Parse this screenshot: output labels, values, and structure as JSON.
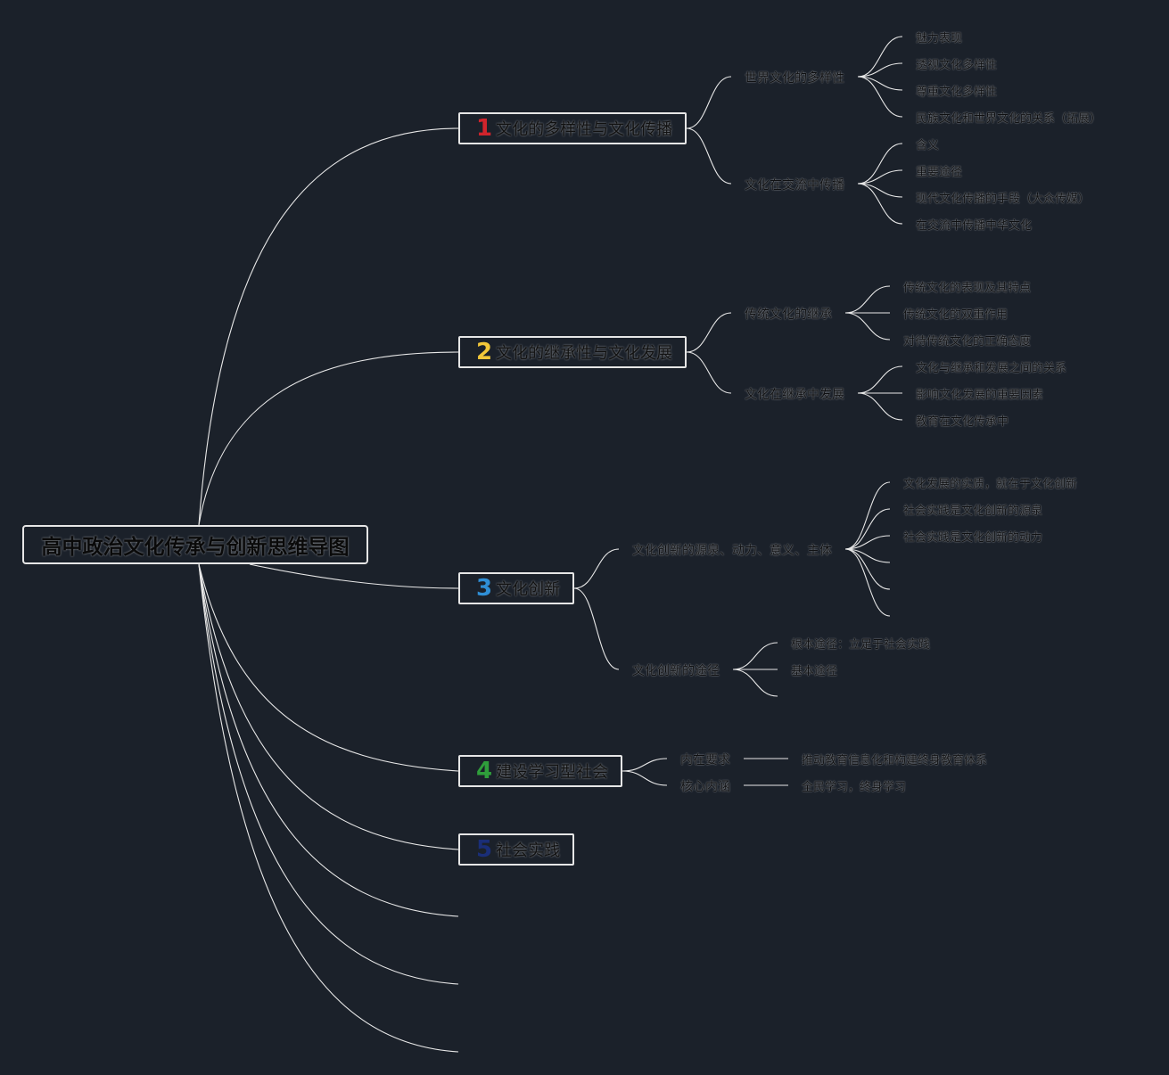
{
  "root": "高中政治文化传承与创新思维导图",
  "colors": {
    "background": "#1b212a",
    "line": "#e8e8e8",
    "num1": "#d0242c",
    "num2": "#f2c739",
    "num3": "#2f8fd6",
    "num4": "#2f9e3b",
    "num5": "#1a2e78"
  },
  "branches": [
    {
      "num": "1",
      "label": "文化的多样性与文化传播",
      "subs": [
        {
          "label": "世界文化的多样性",
          "leaves": [
            "魅力表现",
            "透视文化多样性",
            "尊重文化多样性",
            "民族文化和世界文化的关系（拓展）"
          ]
        },
        {
          "label": "文化在交流中传播",
          "leaves": [
            "含义",
            "重要途径",
            "现代文化传播的手段（大众传媒）",
            "在交流中传播中华文化"
          ]
        }
      ]
    },
    {
      "num": "2",
      "label": "文化的继承性与文化发展",
      "subs": [
        {
          "label": "传统文化的继承",
          "leaves": [
            "传统文化的表现及其特点",
            "传统文化的双重作用",
            "对待传统文化的正确态度"
          ]
        },
        {
          "label": "文化在继承中发展",
          "leaves": [
            "文化与继承和发展之间的关系",
            "影响文化发展的重要因素",
            "教育在文化传承中"
          ]
        }
      ]
    },
    {
      "num": "3",
      "label": "文化创新",
      "subs": [
        {
          "label": "文化创新的源泉、动力、意义、主体",
          "leaves": [
            "文化发展的实质，就在于文化创新",
            "社会实践是文化创新的源泉",
            "社会实践是文化创新的动力"
          ]
        },
        {
          "label": "文化创新的途径",
          "leaves": [
            "根本途径：立足于社会实践",
            "基本途径"
          ]
        }
      ]
    },
    {
      "num": "4",
      "label": "建设学习型社会",
      "subs": [
        {
          "label": "内在要求",
          "leaves": [
            "推动教育信息化和构建终身教育体系"
          ]
        },
        {
          "label": "核心内涵",
          "leaves": [
            "全民学习，终身学习"
          ]
        }
      ]
    },
    {
      "num": "5",
      "label": "社会实践",
      "subs": []
    }
  ]
}
